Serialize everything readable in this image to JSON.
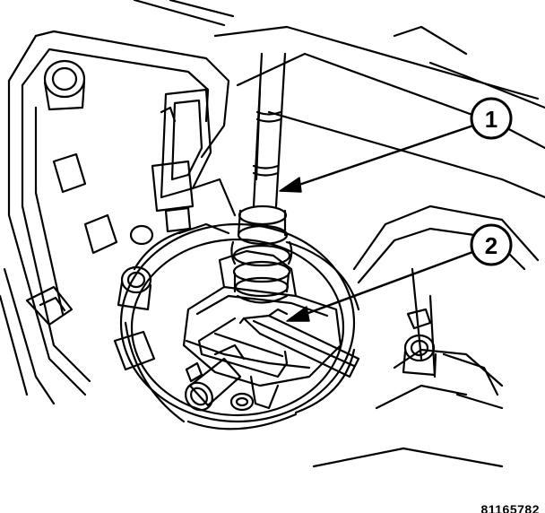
{
  "diagram": {
    "callouts": [
      {
        "label": "1"
      },
      {
        "label": "2"
      }
    ],
    "figure_id": "81165782"
  },
  "colors": {
    "line": "#000000",
    "background": "#ffffff"
  }
}
